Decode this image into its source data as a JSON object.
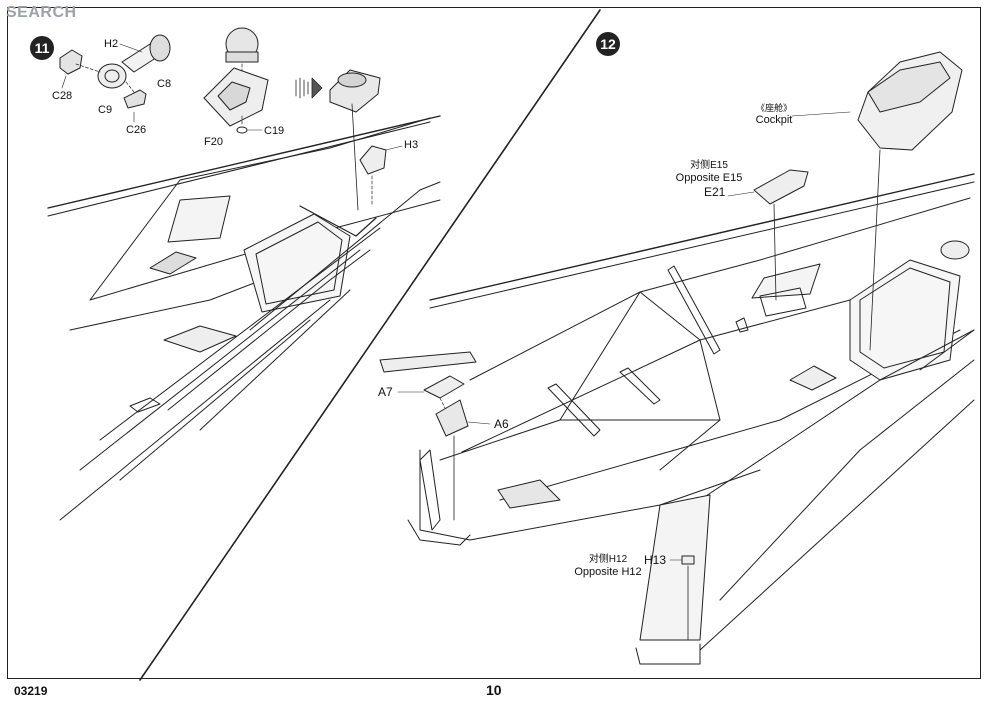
{
  "watermark": {
    "brand_a": "",
    "brand_b": "",
    "brand_search": "SEARCH",
    "sub": ""
  },
  "steps": [
    {
      "number": "11"
    },
    {
      "number": "12"
    }
  ],
  "step11_parts": {
    "h2": "H2",
    "c8": "C8",
    "c28": "C28",
    "c9": "C9",
    "c26": "C26",
    "f20": "F20",
    "c19": "C19",
    "h3": "H3"
  },
  "step12_parts": {
    "cockpit_cn": "《座舱》",
    "cockpit_en": "Cockpit",
    "e15_cn": "对侧E15",
    "e15_en": "Opposite E15",
    "e21": "E21",
    "a7": "A7",
    "a6": "A6",
    "h12_cn": "对侧H12",
    "h12_en": "Opposite H12",
    "h13": "H13"
  },
  "footer": {
    "code": "03219",
    "page_number": "10"
  }
}
